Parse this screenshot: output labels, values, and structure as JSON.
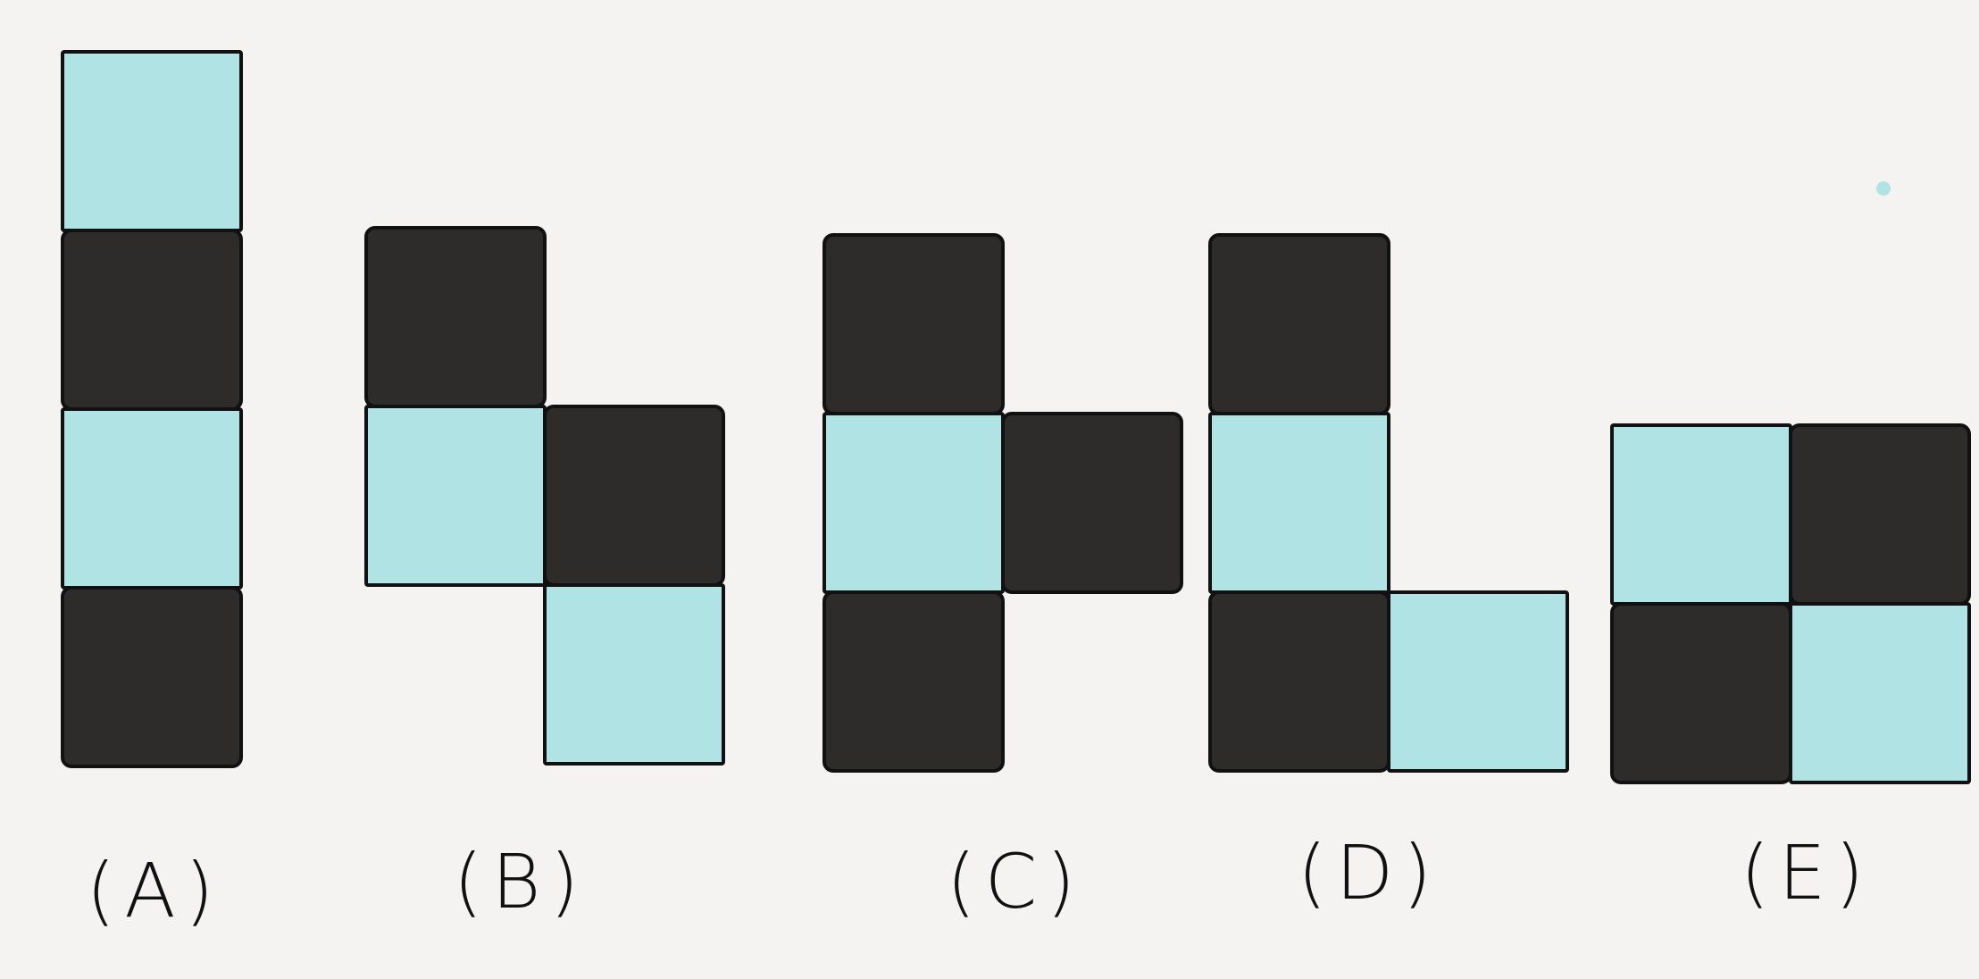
{
  "colors": {
    "background": "#f4f3f1",
    "light_square": "#b0e3e4",
    "dark_square": "#2d2c2a",
    "outline": "#111111"
  },
  "figures": [
    {
      "label": "(A)",
      "cells": [
        {
          "row": 0,
          "col": 0,
          "shade": "light"
        },
        {
          "row": 1,
          "col": 0,
          "shade": "dark"
        },
        {
          "row": 2,
          "col": 0,
          "shade": "light"
        },
        {
          "row": 3,
          "col": 0,
          "shade": "dark"
        }
      ]
    },
    {
      "label": "(B)",
      "cells": [
        {
          "row": 0,
          "col": 0,
          "shade": "dark"
        },
        {
          "row": 1,
          "col": 0,
          "shade": "light"
        },
        {
          "row": 1,
          "col": 1,
          "shade": "dark"
        },
        {
          "row": 2,
          "col": 1,
          "shade": "light"
        }
      ]
    },
    {
      "label": "(C)",
      "cells": [
        {
          "row": 0,
          "col": 0,
          "shade": "dark"
        },
        {
          "row": 1,
          "col": 0,
          "shade": "light"
        },
        {
          "row": 1,
          "col": 1,
          "shade": "dark"
        },
        {
          "row": 2,
          "col": 0,
          "shade": "dark"
        }
      ]
    },
    {
      "label": "(D)",
      "cells": [
        {
          "row": 0,
          "col": 0,
          "shade": "dark"
        },
        {
          "row": 1,
          "col": 0,
          "shade": "light"
        },
        {
          "row": 2,
          "col": 0,
          "shade": "dark"
        },
        {
          "row": 2,
          "col": 1,
          "shade": "light"
        }
      ]
    },
    {
      "label": "(E)",
      "cells": [
        {
          "row": 0,
          "col": 0,
          "shade": "light"
        },
        {
          "row": 0,
          "col": 1,
          "shade": "dark"
        },
        {
          "row": 1,
          "col": 0,
          "shade": "dark"
        },
        {
          "row": 1,
          "col": 1,
          "shade": "light"
        }
      ]
    }
  ]
}
